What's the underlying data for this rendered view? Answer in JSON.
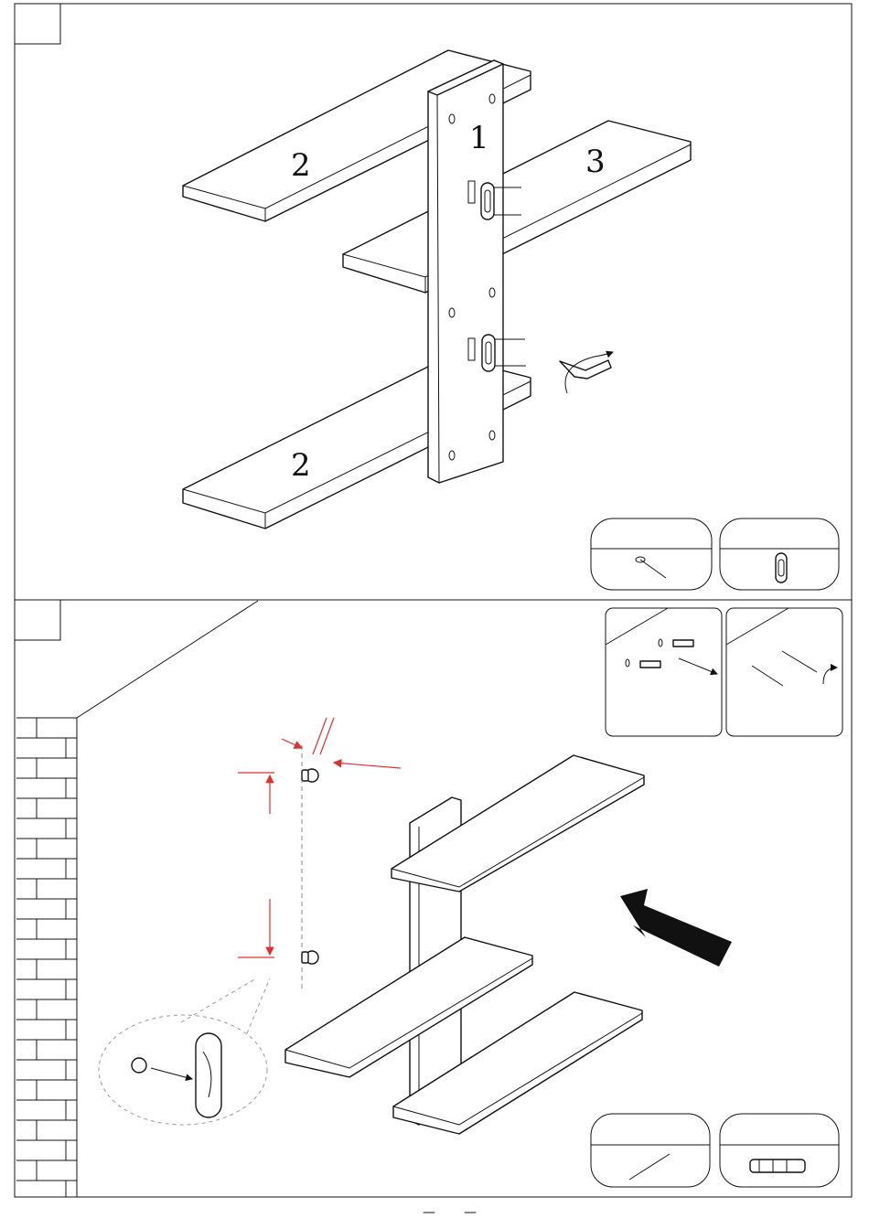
{
  "step1": {
    "part_labels": {
      "vertical_board": "1",
      "left_shelf_top": "2",
      "right_shelf": "3",
      "left_shelf_bottom": "2"
    },
    "hardware": [
      "screw-icon",
      "hanger-bracket-icon"
    ]
  },
  "step2": {
    "insets": [
      "wall-plug-insert-icon",
      "screw-drive-icon"
    ],
    "hardware": [
      "long-screw-icon",
      "wall-plug-icon"
    ],
    "direction": "arrow-toward-wall-icon"
  },
  "footer": {
    "left": "—",
    "right": "—"
  }
}
